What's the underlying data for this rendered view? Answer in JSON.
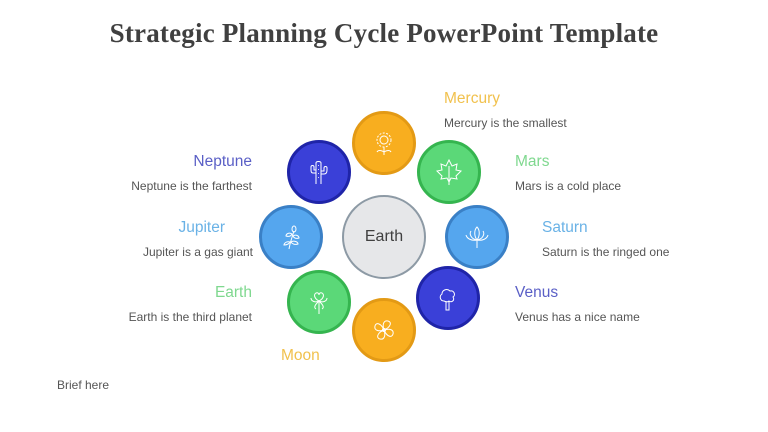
{
  "slide": {
    "title": "Strategic Planning Cycle PowerPoint Template",
    "center_label": "Earth",
    "brief": "Brief here"
  },
  "colors": {
    "yellow": "#f8ae1f",
    "yellow_border": "#e39a15",
    "green": "#5bd878",
    "green_border": "#35b54f",
    "blue": "#55a6ee",
    "blue_border": "#3a80c6",
    "indigo": "#3a40d8",
    "indigo_border": "#1f24a8",
    "center_fill": "#e6e7e9",
    "center_border": "#8d9aa5",
    "title_text": "#404040",
    "desc_text": "#555555"
  },
  "items": [
    {
      "name": "Mercury",
      "desc": "Mercury is the smallest",
      "color": "yellow",
      "icon": "sunflower-icon"
    },
    {
      "name": "Mars",
      "desc": "Mars is a cold place",
      "color": "green",
      "icon": "maple-leaf-icon"
    },
    {
      "name": "Saturn",
      "desc": "Saturn is the ringed one",
      "color": "blue",
      "icon": "lotus-icon"
    },
    {
      "name": "Venus",
      "desc": "Venus has a nice name",
      "color": "indigo",
      "icon": "tree-icon"
    },
    {
      "name": "Moon",
      "desc": "",
      "color": "yellow",
      "icon": "hibiscus-icon"
    },
    {
      "name": "Earth",
      "desc": "Earth is the third planet",
      "color": "green",
      "icon": "clover-icon"
    },
    {
      "name": "Jupiter",
      "desc": "Jupiter is a gas giant",
      "color": "blue",
      "icon": "plant-sprig-icon"
    },
    {
      "name": "Neptune",
      "desc": "Neptune is the farthest",
      "color": "indigo",
      "icon": "cactus-icon"
    }
  ]
}
